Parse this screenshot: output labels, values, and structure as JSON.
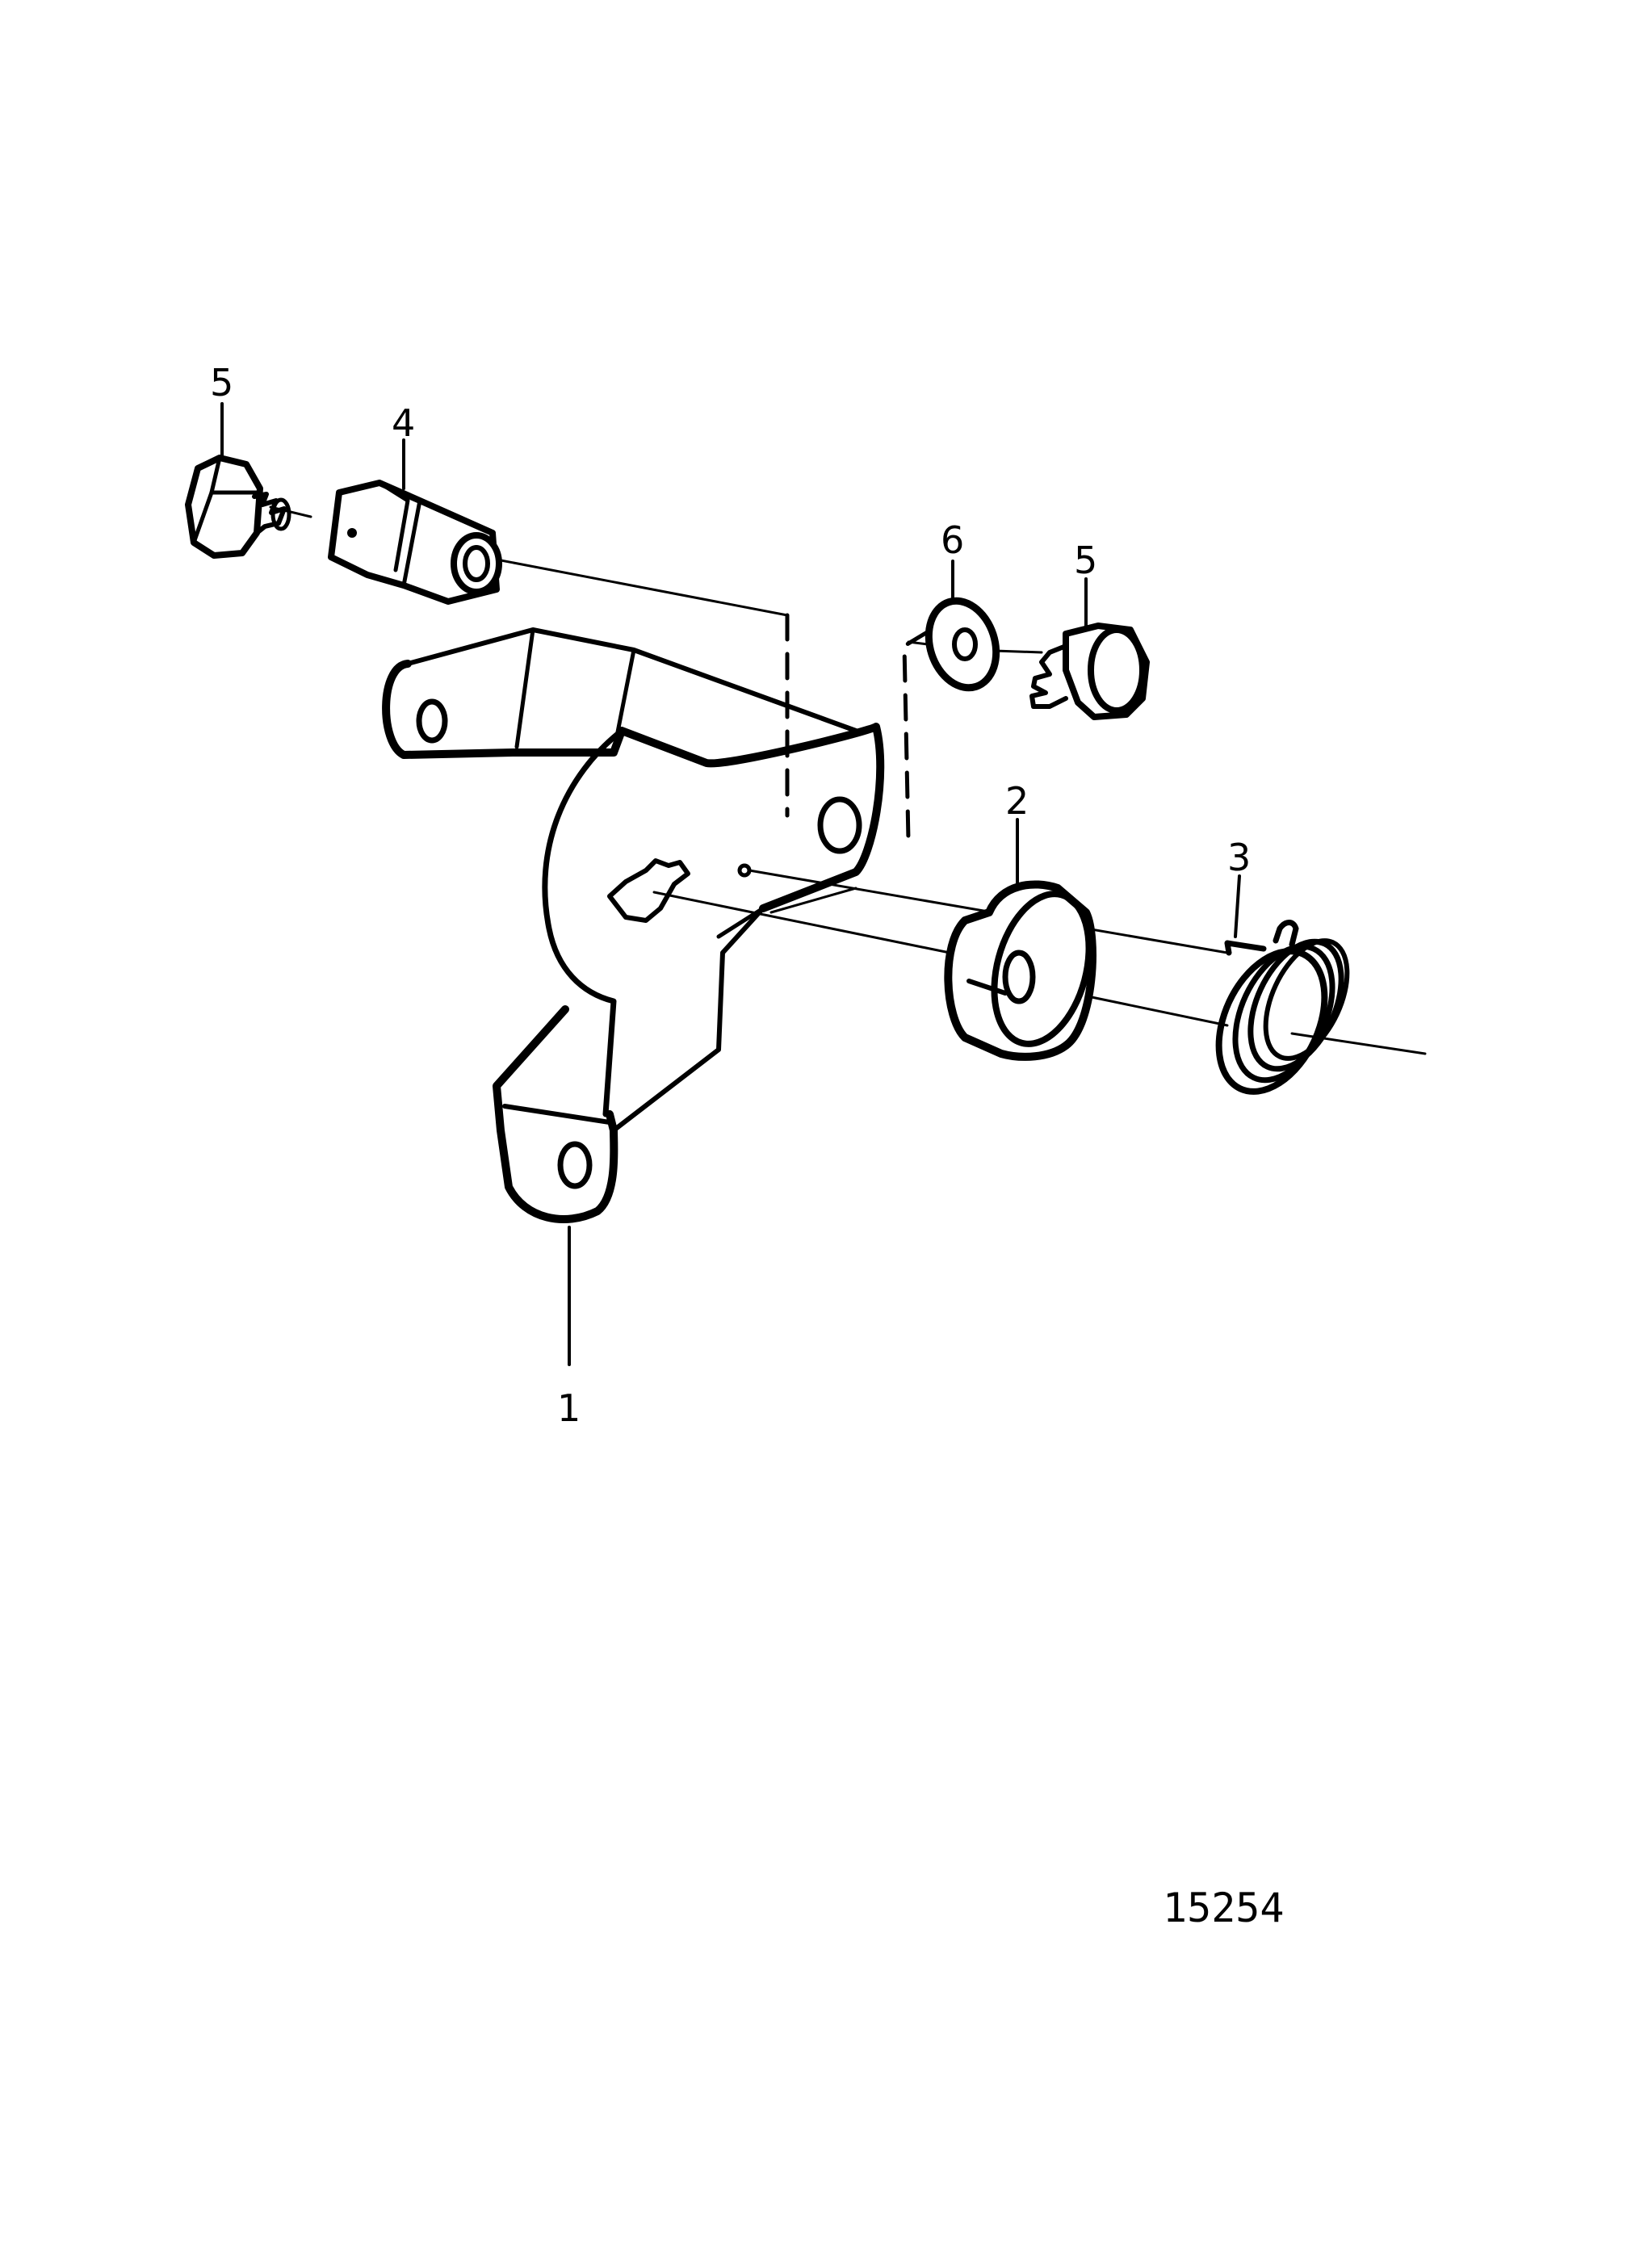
{
  "diagram": {
    "callouts": [
      {
        "id": "c5a",
        "label": "5"
      },
      {
        "id": "c4",
        "label": "4"
      },
      {
        "id": "c6",
        "label": "6"
      },
      {
        "id": "c5b",
        "label": "5"
      },
      {
        "id": "c2",
        "label": "2"
      },
      {
        "id": "c3",
        "label": "3"
      },
      {
        "id": "c1",
        "label": "1"
      }
    ],
    "figure_number": "15254"
  },
  "colors": {
    "ink": "#000000",
    "paper": "#ffffff"
  }
}
